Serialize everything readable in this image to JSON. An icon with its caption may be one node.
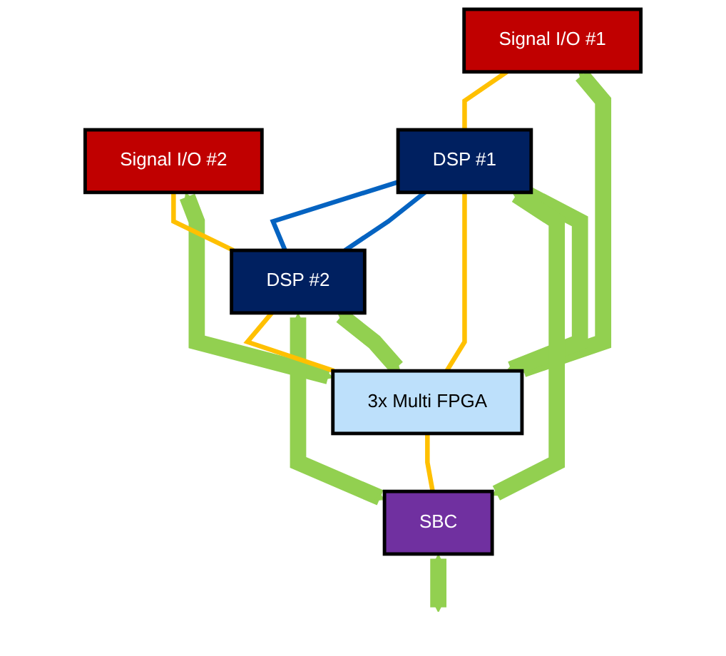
{
  "diagram": {
    "nodes": [
      {
        "text": [
          "Signal I/O #1"
        ]
      },
      {
        "text": [
          "3x Multi FPGA"
        ]
      },
      {
        "text": [
          "Signal I/O #2"
        ]
      },
      {
        "text": [
          "DSP #1"
        ]
      },
      {
        "text": [
          "DSP #2"
        ]
      },
      {
        "text": [
          "SBC"
        ]
      }
    ],
    "edges": [
      {
        "from": 0,
        "to": 1,
        "arrow": "both",
        "style": "thick"
      },
      {
        "from": 2,
        "to": 1,
        "arrow": "both",
        "style": "thick"
      },
      {
        "from": 3,
        "to": 1,
        "arrow": "both",
        "style": "thick"
      },
      {
        "from": 4,
        "to": 1,
        "arrow": "both",
        "style": "thick"
      },
      {
        "from": 3,
        "to": 5,
        "arrow": "both",
        "style": "thick"
      },
      {
        "from": 4,
        "to": 5,
        "arrow": "both",
        "style": "thick"
      },
      {
        "from": 5,
        "to": null,
        "arrow": "both",
        "style": "thick"
      },
      {
        "from": 0,
        "to": 3,
        "arrow": "none",
        "color": "#ffc000"
      },
      {
        "from": 2,
        "to": 4,
        "arrow": "none",
        "color": "#ffc000"
      },
      {
        "from": 3,
        "to": 1,
        "arrow": "none",
        "color": "#ffc000"
      },
      {
        "from": 4,
        "to": 1,
        "arrow": "none",
        "color": "#ffc000"
      },
      {
        "from": 1,
        "to": 5,
        "arrow": "none",
        "color": "#ffc000"
      },
      {
        "from": 3,
        "to": 4,
        "arrow": "none",
        "color": "#0563c1"
      },
      {
        "from": 3,
        "to": 4,
        "arrow": "none",
        "color": "#0563c1"
      }
    ]
  }
}
